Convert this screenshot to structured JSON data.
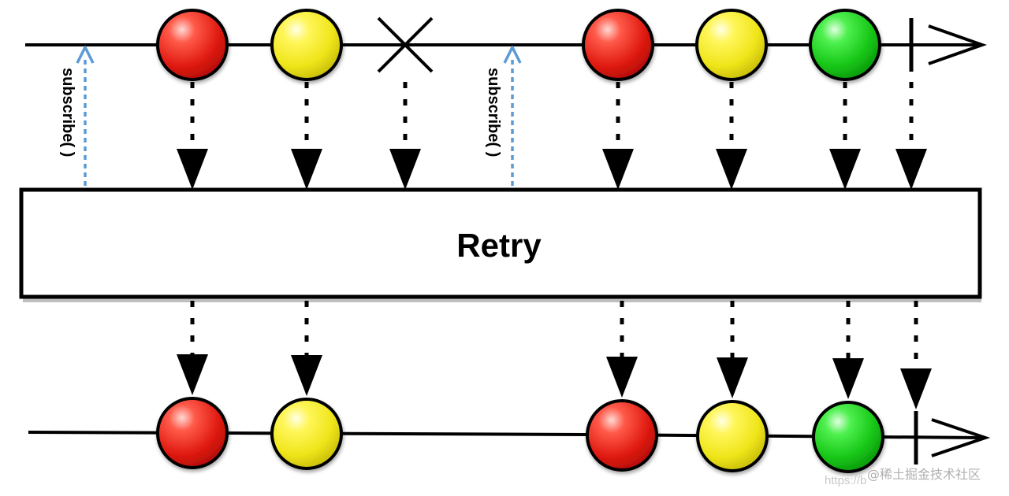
{
  "operator": {
    "label": "Retry"
  },
  "subscribe_label": "subscribe( )",
  "colors": {
    "red": "#e8251e",
    "yellow": "#f2ea1a",
    "green": "#1fcf1f",
    "subscribe_arrow": "#5b9bd5",
    "line": "#000000"
  },
  "source_timeline": {
    "events": [
      {
        "kind": "item",
        "color": "red"
      },
      {
        "kind": "item",
        "color": "yellow"
      },
      {
        "kind": "error"
      },
      {
        "kind": "item",
        "color": "red"
      },
      {
        "kind": "item",
        "color": "yellow"
      },
      {
        "kind": "item",
        "color": "green"
      },
      {
        "kind": "complete"
      }
    ]
  },
  "result_timeline": {
    "events": [
      {
        "kind": "item",
        "color": "red"
      },
      {
        "kind": "item",
        "color": "yellow"
      },
      {
        "kind": "item",
        "color": "red"
      },
      {
        "kind": "item",
        "color": "yellow"
      },
      {
        "kind": "item",
        "color": "green"
      },
      {
        "kind": "complete"
      }
    ]
  },
  "watermark": {
    "site": "@稀土掘金技术社区",
    "url": "https://b"
  }
}
